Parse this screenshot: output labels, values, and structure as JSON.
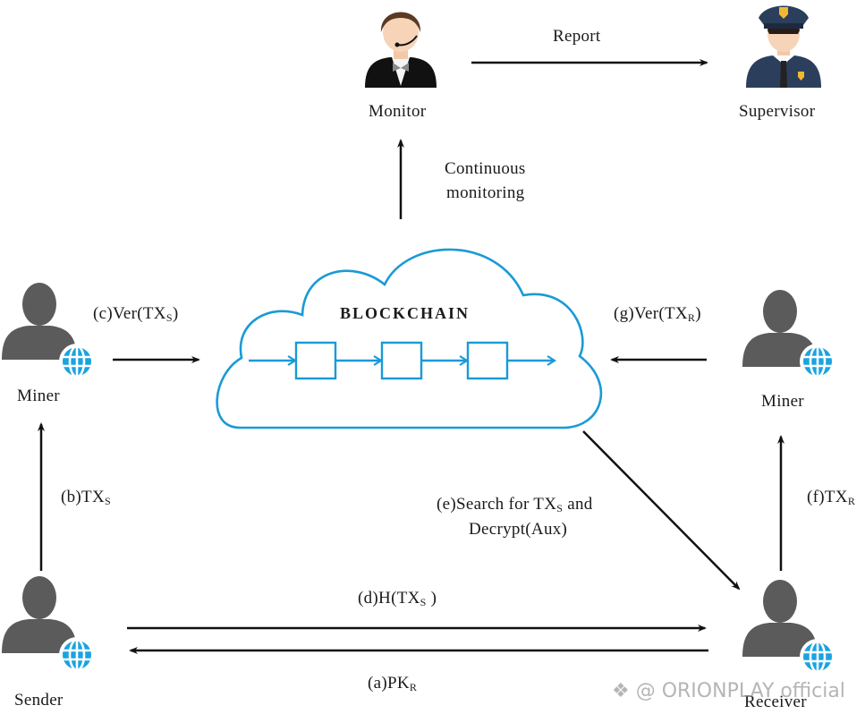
{
  "diagram": {
    "colors": {
      "accent": "#1a9ad6",
      "person": "#5b5b5b",
      "arrow": "#111111",
      "text": "#1a1a1a"
    },
    "actors": {
      "monitor": "Monitor",
      "supervisor": "Supervisor",
      "miner_left": "Miner",
      "miner_right": "Miner",
      "sender": "Sender",
      "receiver": "Receiver"
    },
    "blockchain_title": "BLOCKCHAIN",
    "edges": {
      "report": "Report",
      "continuous_1": "Continuous",
      "continuous_2": "monitoring",
      "c_prefix": "(c)Ver(TX",
      "c_sub": "S",
      "c_suffix": ")",
      "g_prefix": "(g)Ver(TX",
      "g_sub": "R",
      "g_suffix": ")",
      "b_prefix": "(b)TX",
      "b_sub": "S",
      "f_prefix": "(f)TX",
      "f_sub": "R",
      "e_prefix": "(e)Search for TX",
      "e_sub": "S",
      "e_suffix": " and",
      "e_line2": "Decrypt(Aux)",
      "d_prefix": "(d)H(TX",
      "d_sub": "S",
      "d_suffix": " )",
      "a_prefix": "(a)PK",
      "a_sub": "R"
    },
    "watermark": "❖ @ ORIONPLAY official"
  }
}
